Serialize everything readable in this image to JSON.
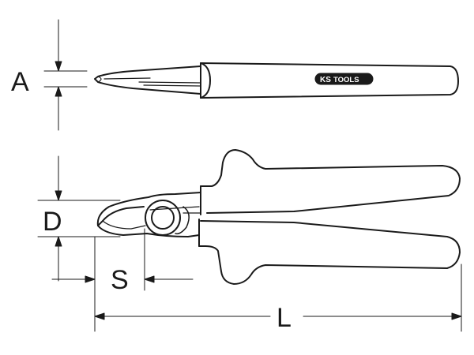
{
  "dimensions": {
    "a_label": "A",
    "d_label": "D",
    "s_label": "S",
    "l_label": "L"
  },
  "brand": {
    "ks": "KS",
    "tools": "TOOLS"
  },
  "colors": {
    "line": "#1a1a1a",
    "background": "#ffffff"
  }
}
